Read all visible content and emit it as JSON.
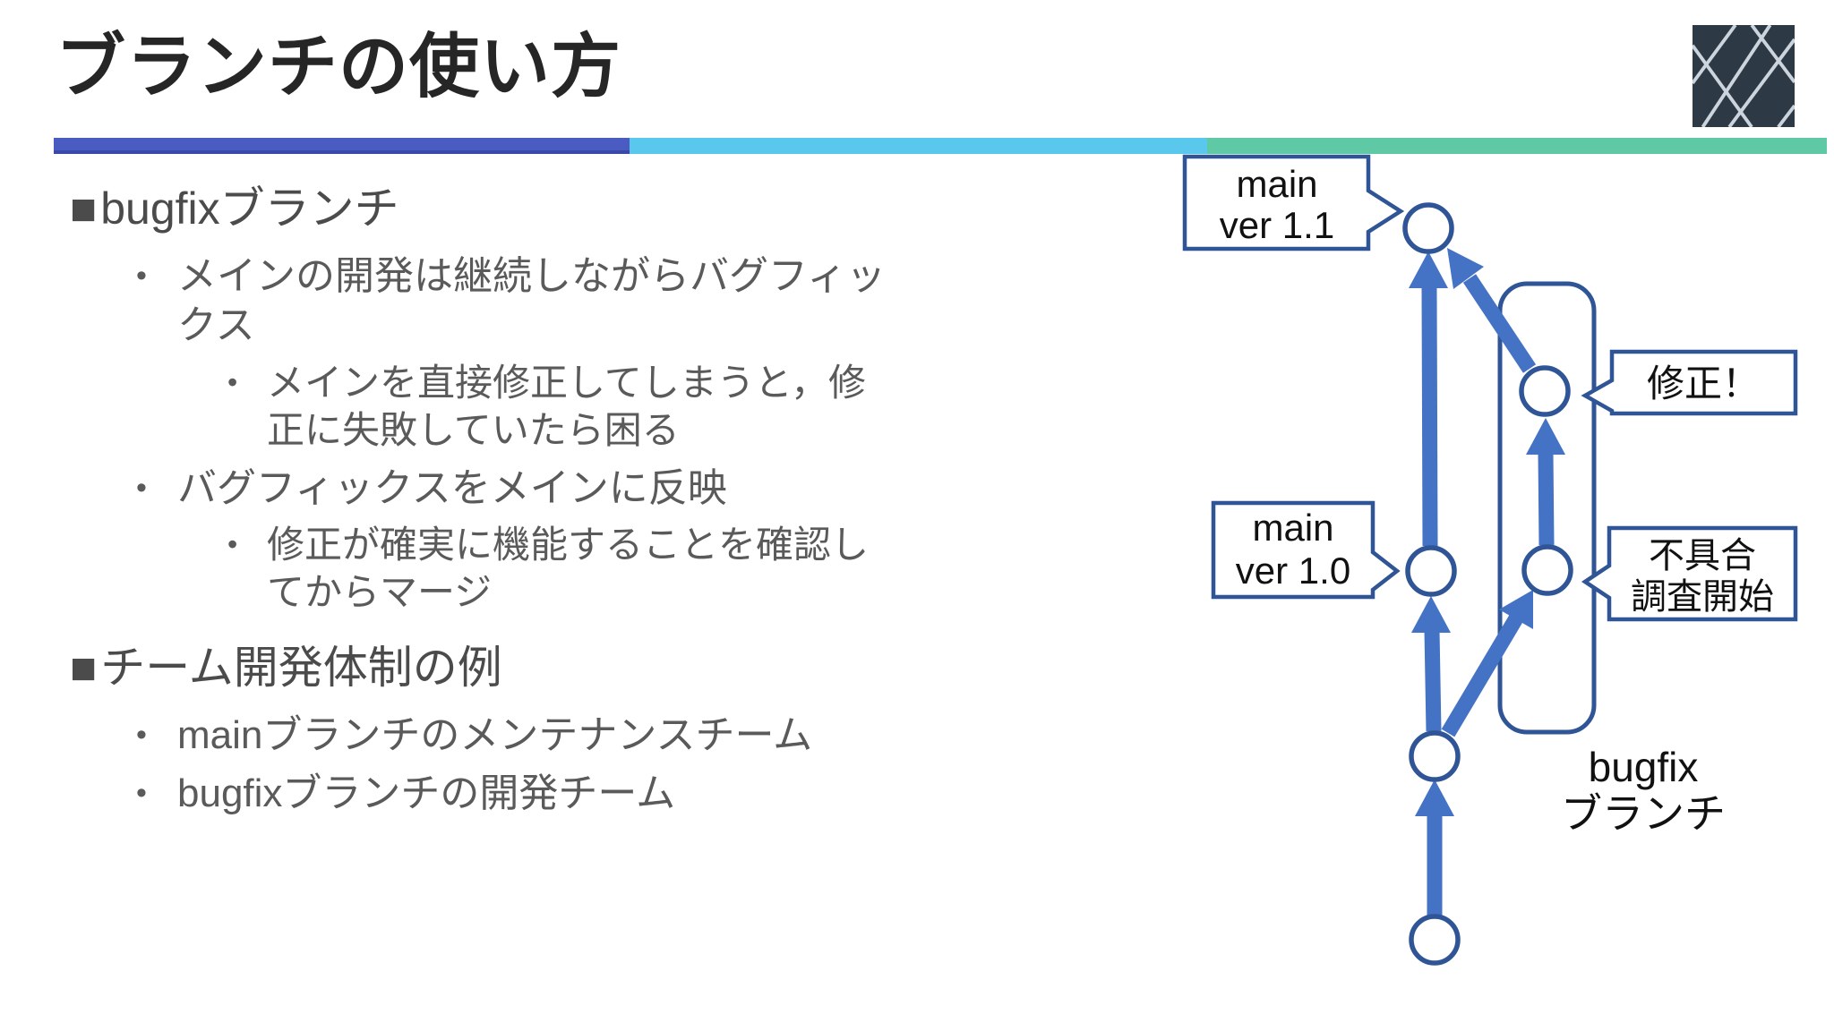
{
  "slide": {
    "title": "ブランチの使い方"
  },
  "colors": {
    "title_text": "#262626",
    "heading_text": "#4b4b4b",
    "body_text": "#5a5a5a",
    "divider_blue": "#4a5cc2",
    "divider_cyan": "#5ac8ec",
    "divider_green": "#5ec9a4",
    "arrow_blue": "#4472c4",
    "outline_navy": "#2f5597",
    "callout_text": "#111111",
    "logo_bg": "#2d3945",
    "logo_line": "#ccd5dd",
    "slide_bg": "#ffffff"
  },
  "content": {
    "items": [
      {
        "level": 0,
        "marker": "■",
        "text": "bugfixブランチ"
      },
      {
        "level": 1,
        "marker": "•",
        "text": "メインの開発は継続しながらバグフィックス"
      },
      {
        "level": 2,
        "marker": "•",
        "text": "メインを直接修正してしまうと，修正に失敗していたら困る"
      },
      {
        "level": 1,
        "marker": "•",
        "text": "バグフィックスをメインに反映"
      },
      {
        "level": 2,
        "marker": "•",
        "text": "修正が確実に機能することを確認してからマージ"
      },
      {
        "level": 0,
        "marker": "■",
        "text": "チーム開発体制の例"
      },
      {
        "level": 1,
        "marker": "•",
        "text": "mainブランチのメンテナンスチーム"
      },
      {
        "level": 1,
        "marker": "•",
        "text": "bugfixブランチの開発チーム"
      }
    ]
  },
  "diagram": {
    "callouts": {
      "ver11": [
        "main",
        "ver 1.1"
      ],
      "ver10": [
        "main",
        "ver 1.0"
      ],
      "fix": "修正！",
      "investigate": [
        "不具合",
        "調査開始"
      ]
    },
    "branch_label": [
      "bugfix",
      "ブランチ"
    ],
    "graph": {
      "nodes": [
        "initial-commit",
        "branch-point",
        "main-ver-1.0",
        "main-ver-1.1",
        "bugfix-investigation-start",
        "bugfix-fix"
      ],
      "edges": [
        {
          "from": "initial-commit",
          "to": "branch-point"
        },
        {
          "from": "branch-point",
          "to": "main-ver-1.0"
        },
        {
          "from": "main-ver-1.0",
          "to": "main-ver-1.1"
        },
        {
          "from": "branch-point",
          "to": "bugfix-investigation-start"
        },
        {
          "from": "bugfix-investigation-start",
          "to": "bugfix-fix"
        },
        {
          "from": "bugfix-fix",
          "to": "main-ver-1.1",
          "type": "merge"
        }
      ]
    }
  }
}
